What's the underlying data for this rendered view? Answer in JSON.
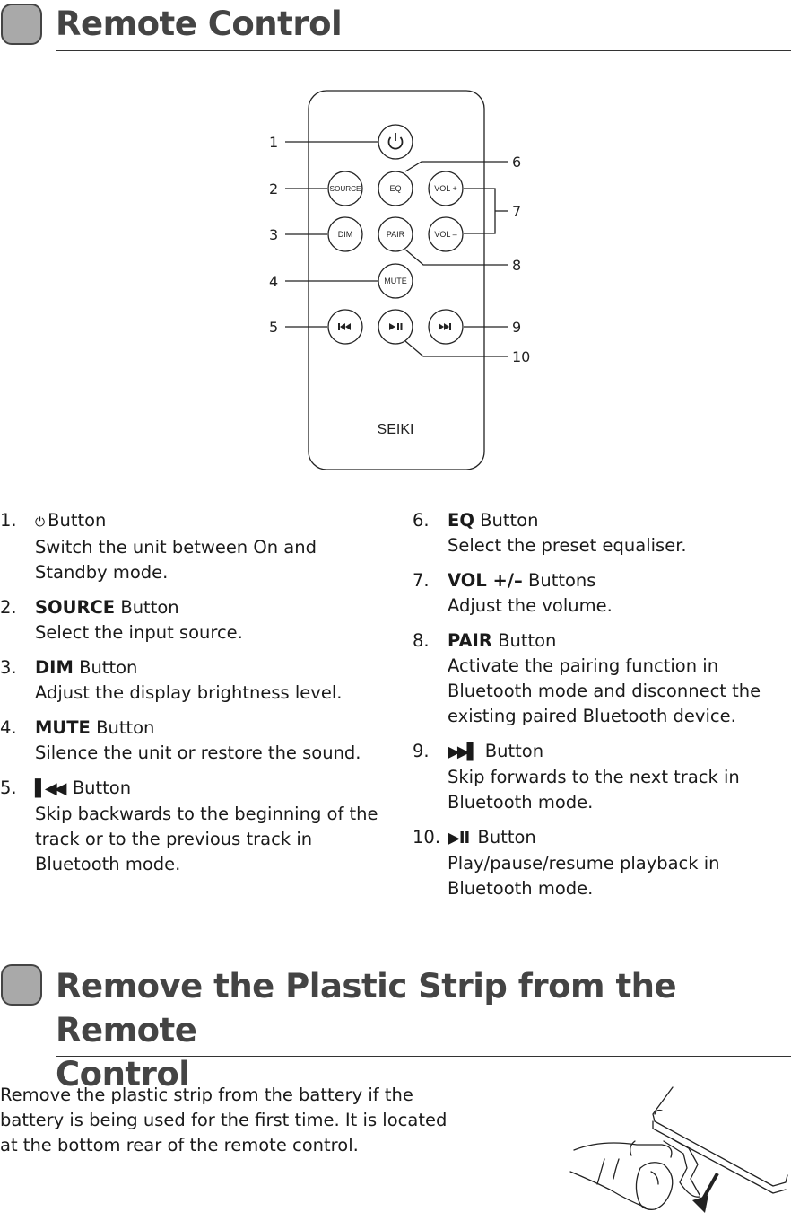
{
  "section1": {
    "title": "Remote Control"
  },
  "remote": {
    "callouts": [
      "1",
      "2",
      "3",
      "4",
      "5",
      "6",
      "7",
      "8",
      "9",
      "10"
    ],
    "buttons": {
      "source": "SOURCE",
      "eq": "EQ",
      "vol_up": "VOL +",
      "dim": "DIM",
      "pair": "PAIR",
      "vol_down": "VOL –",
      "mute": "MUTE"
    },
    "brand": "SEIKI"
  },
  "descriptions": {
    "left": [
      {
        "num": "1.",
        "symbol": "⏻",
        "bold": "",
        "label": "Button",
        "desc": "Switch the unit between On and Standby mode."
      },
      {
        "num": "2.",
        "symbol": "",
        "bold": "SOURCE",
        "label": "Button",
        "desc": "Select the input source."
      },
      {
        "num": "3.",
        "symbol": "",
        "bold": "DIM",
        "label": "Button",
        "desc": "Adjust the display brightness level."
      },
      {
        "num": "4.",
        "symbol": "",
        "bold": "MUTE",
        "label": "Button",
        "desc": "Silence the unit or restore the sound."
      },
      {
        "num": "5.",
        "symbol": "▌◀◀",
        "bold": "",
        "label": "Button",
        "desc": "Skip backwards to the beginning of the track or to the previous track in Bluetooth mode."
      }
    ],
    "right": [
      {
        "num": "6.",
        "symbol": "",
        "bold": "EQ",
        "label": "Button",
        "desc": "Select the preset equaliser."
      },
      {
        "num": "7.",
        "symbol": "",
        "bold": "VOL +/–",
        "label": "Buttons",
        "desc": "Adjust the volume."
      },
      {
        "num": "8.",
        "symbol": "",
        "bold": "PAIR",
        "label": "Button",
        "desc": "Activate the pairing function in Bluetooth mode and disconnect the existing paired Bluetooth device."
      },
      {
        "num": "9.",
        "symbol": "▶▶▌",
        "bold": "",
        "label": "Button",
        "desc": "Skip forwards to the next track in Bluetooth mode."
      },
      {
        "num": "10.",
        "symbol": "▶II",
        "bold": "",
        "label": "Button",
        "desc": "Play/pause/resume playback in Bluetooth mode."
      }
    ]
  },
  "section2": {
    "title_line1": "Remove the Plastic Strip from the Remote",
    "title_line2": "Control",
    "body": "Remove the plastic strip from the battery if the battery is being used for the first time. It is located at the bottom rear of the remote control."
  },
  "colors": {
    "title": "#444444",
    "icon_fill": "#a9a9a9",
    "text": "#1a1a1a"
  }
}
